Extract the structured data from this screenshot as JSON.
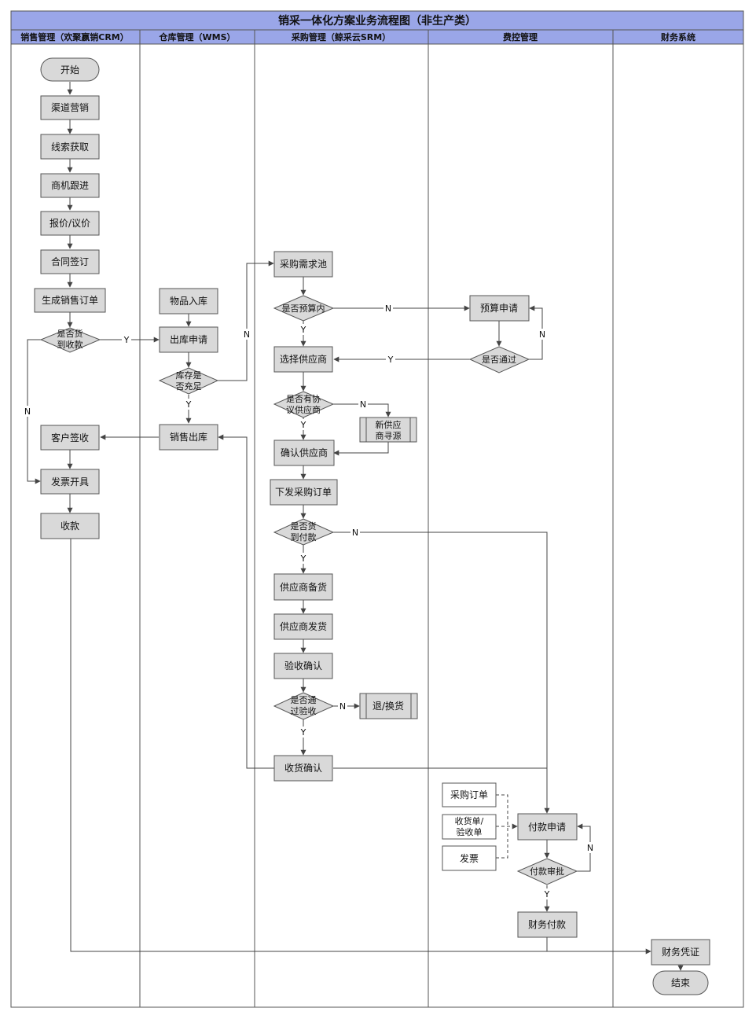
{
  "title": "销采一体化方案业务流程图（非生产类）",
  "lanes": {
    "crm": "销售管理（欢聚嬴销CRM）",
    "wms": "仓库管理（WMS）",
    "srm": "采购管理（鲸采云SRM）",
    "fee": "费控管理",
    "fin": "财务系统"
  },
  "nodes": {
    "start": "开始",
    "channel": "渠道营销",
    "leads": "线索获取",
    "opportunity": "商机跟进",
    "quote": "报价/议价",
    "contract": "合同签订",
    "sales_order": "生成销售订单",
    "pay_on_delivery_line1": "是否货",
    "pay_on_delivery_line2": "到收款",
    "customer_sign": "客户签收",
    "invoice_issue": "发票开具",
    "collection": "收款",
    "goods_in": "物品入库",
    "outbound_apply": "出库申请",
    "stock_line1": "库存是",
    "stock_line2": "否充足",
    "sales_out": "销售出库",
    "demand_pool": "采购需求池",
    "in_budget": "是否预算内",
    "select_supplier": "选择供应商",
    "agreement_line1": "是否有协",
    "agreement_line2": "议供应商",
    "new_supplier_line1": "新供应",
    "new_supplier_line2": "商寻源",
    "confirm_supplier": "确认供应商",
    "purchase_order": "下发采购订单",
    "pay_on_arrival_line1": "是否货",
    "pay_on_arrival_line2": "到付款",
    "supplier_prep": "供应商备货",
    "supplier_ship": "供应商发货",
    "inspection": "验收确认",
    "pass_line1": "是否通",
    "pass_line2": "过验收",
    "return_exchange": "退/换货",
    "receipt_confirm": "收货确认",
    "budget_apply": "预算申请",
    "approved": "是否通过",
    "doc_po": "采购订单",
    "doc_receipt_line1": "收货单/",
    "doc_receipt_line2": "验收单",
    "doc_invoice": "发票",
    "payment_apply": "付款申请",
    "payment_approve": "付款审批",
    "finance_pay": "财务付款",
    "voucher": "财务凭证",
    "end": "结束"
  },
  "labels": {
    "yes": "Y",
    "no": "N"
  },
  "colors": {
    "header_fill": "#9aa6e8",
    "node_fill": "#d9d9d9",
    "node_stroke": "#555555",
    "line": "#444444",
    "document_fill": "#ffffff"
  }
}
